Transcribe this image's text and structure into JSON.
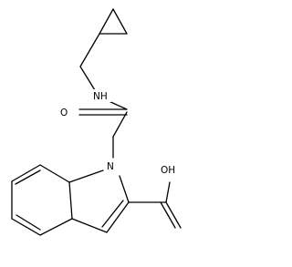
{
  "molecule": {
    "atom_labels": {
      "amide_nh": "NH",
      "carbonyl_o": "O",
      "indole_n": "N",
      "carboxyl_oh": "OH"
    }
  }
}
